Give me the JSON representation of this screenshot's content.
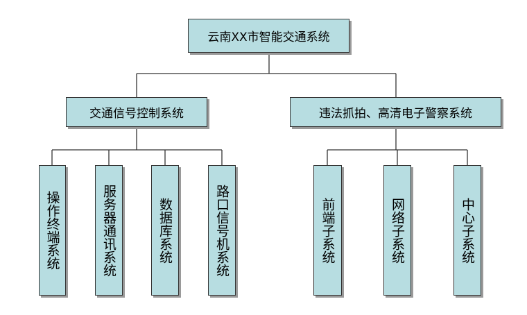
{
  "diagram": {
    "root": "云南XX市智能交通系统",
    "branch_left": "交通信号控制系统",
    "branch_right": "违法抓拍、高清电子警察系统",
    "left_children": [
      "操作终端系统",
      "服务器通讯系统",
      "数据库系统",
      "路口信号机系统"
    ],
    "right_children": [
      "前端子系统",
      "网络子系统",
      "中心子系统"
    ]
  },
  "colors": {
    "box_fill": "#b7dde1",
    "box_border": "#333333",
    "connector": "#333333"
  }
}
